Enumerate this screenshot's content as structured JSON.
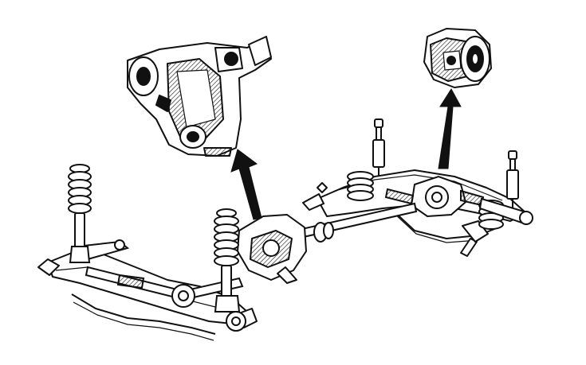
{
  "figure": {
    "style": "black ink line illustration on white",
    "colors": {
      "ink": "#111111",
      "background": "#ffffff",
      "shade": "#6a6a6a"
    },
    "components": [
      {
        "id": "transfer-case-detail",
        "icon": "transfer-case-icon"
      },
      {
        "id": "rear-differential-detail",
        "icon": "differential-icon"
      },
      {
        "id": "front-subframe",
        "icon": "subframe-icon"
      },
      {
        "id": "rear-subframe",
        "icon": "subframe-icon"
      },
      {
        "id": "front-coilover-left",
        "icon": "coil-spring-icon"
      },
      {
        "id": "front-coilover-right",
        "icon": "coil-spring-icon"
      },
      {
        "id": "rear-shock-left",
        "icon": "shock-absorber-icon"
      },
      {
        "id": "rear-shock-right",
        "icon": "shock-absorber-icon"
      },
      {
        "id": "transfer-case",
        "icon": "gearbox-icon"
      },
      {
        "id": "propeller-shaft",
        "icon": "driveshaft-icon"
      },
      {
        "id": "rear-differential",
        "icon": "differential-icon"
      },
      {
        "id": "callout-arrow-transfer-case",
        "icon": "arrow-up-icon"
      },
      {
        "id": "callout-arrow-differential",
        "icon": "arrow-up-icon"
      }
    ]
  }
}
